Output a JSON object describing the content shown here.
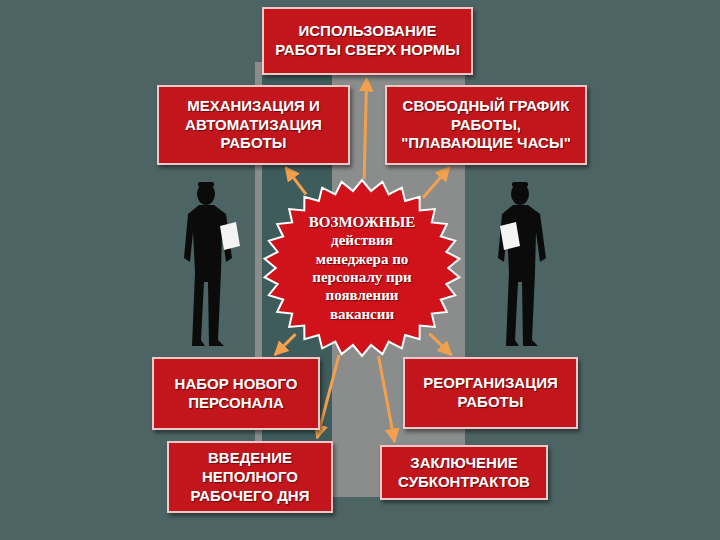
{
  "diagram": {
    "nodes": [
      {
        "text": [
          "ИСПОЛЬЗОВАНИЕ РАБОТЫ СВЕРХ НОРМЫ"
        ]
      },
      {
        "text": [
          "МЕХАНИЗАЦИЯ И АВТОМАТИЗАЦИЯ РАБОТЫ"
        ]
      },
      {
        "text": [
          "СВОБОДНЫЙ ГРАФИК РАБОТЫ, \"ПЛАВАЮЩИЕ ЧАСЫ\""
        ]
      },
      {
        "text": [
          "ВОЗМОЖНЫЕ действия менеджера по персоналу при появлении вакансии"
        ]
      },
      {
        "text": [
          "НАБОР НОВОГО ПЕРСОНАЛА"
        ]
      },
      {
        "text": [
          "РЕОРГАНИЗАЦИЯ РАБОТЫ"
        ]
      },
      {
        "text": [
          "ВВЕДЕНИЕ НЕПОЛНОГО РАБОЧЕГО ДНЯ"
        ]
      },
      {
        "text": [
          "ЗАКЛЮЧЕНИЕ СУБКОНТРАКТОВ"
        ]
      }
    ],
    "edges": [
      {
        "from": 3,
        "to": 0,
        "arrow": "to"
      },
      {
        "from": 3,
        "to": 1,
        "arrow": "to"
      },
      {
        "from": 3,
        "to": 2,
        "arrow": "to"
      },
      {
        "from": 3,
        "to": 4,
        "arrow": "to"
      },
      {
        "from": 3,
        "to": 5,
        "arrow": "to"
      },
      {
        "from": 3,
        "to": 6,
        "arrow": "to"
      },
      {
        "from": 3,
        "to": 7,
        "arrow": "to"
      }
    ]
  }
}
